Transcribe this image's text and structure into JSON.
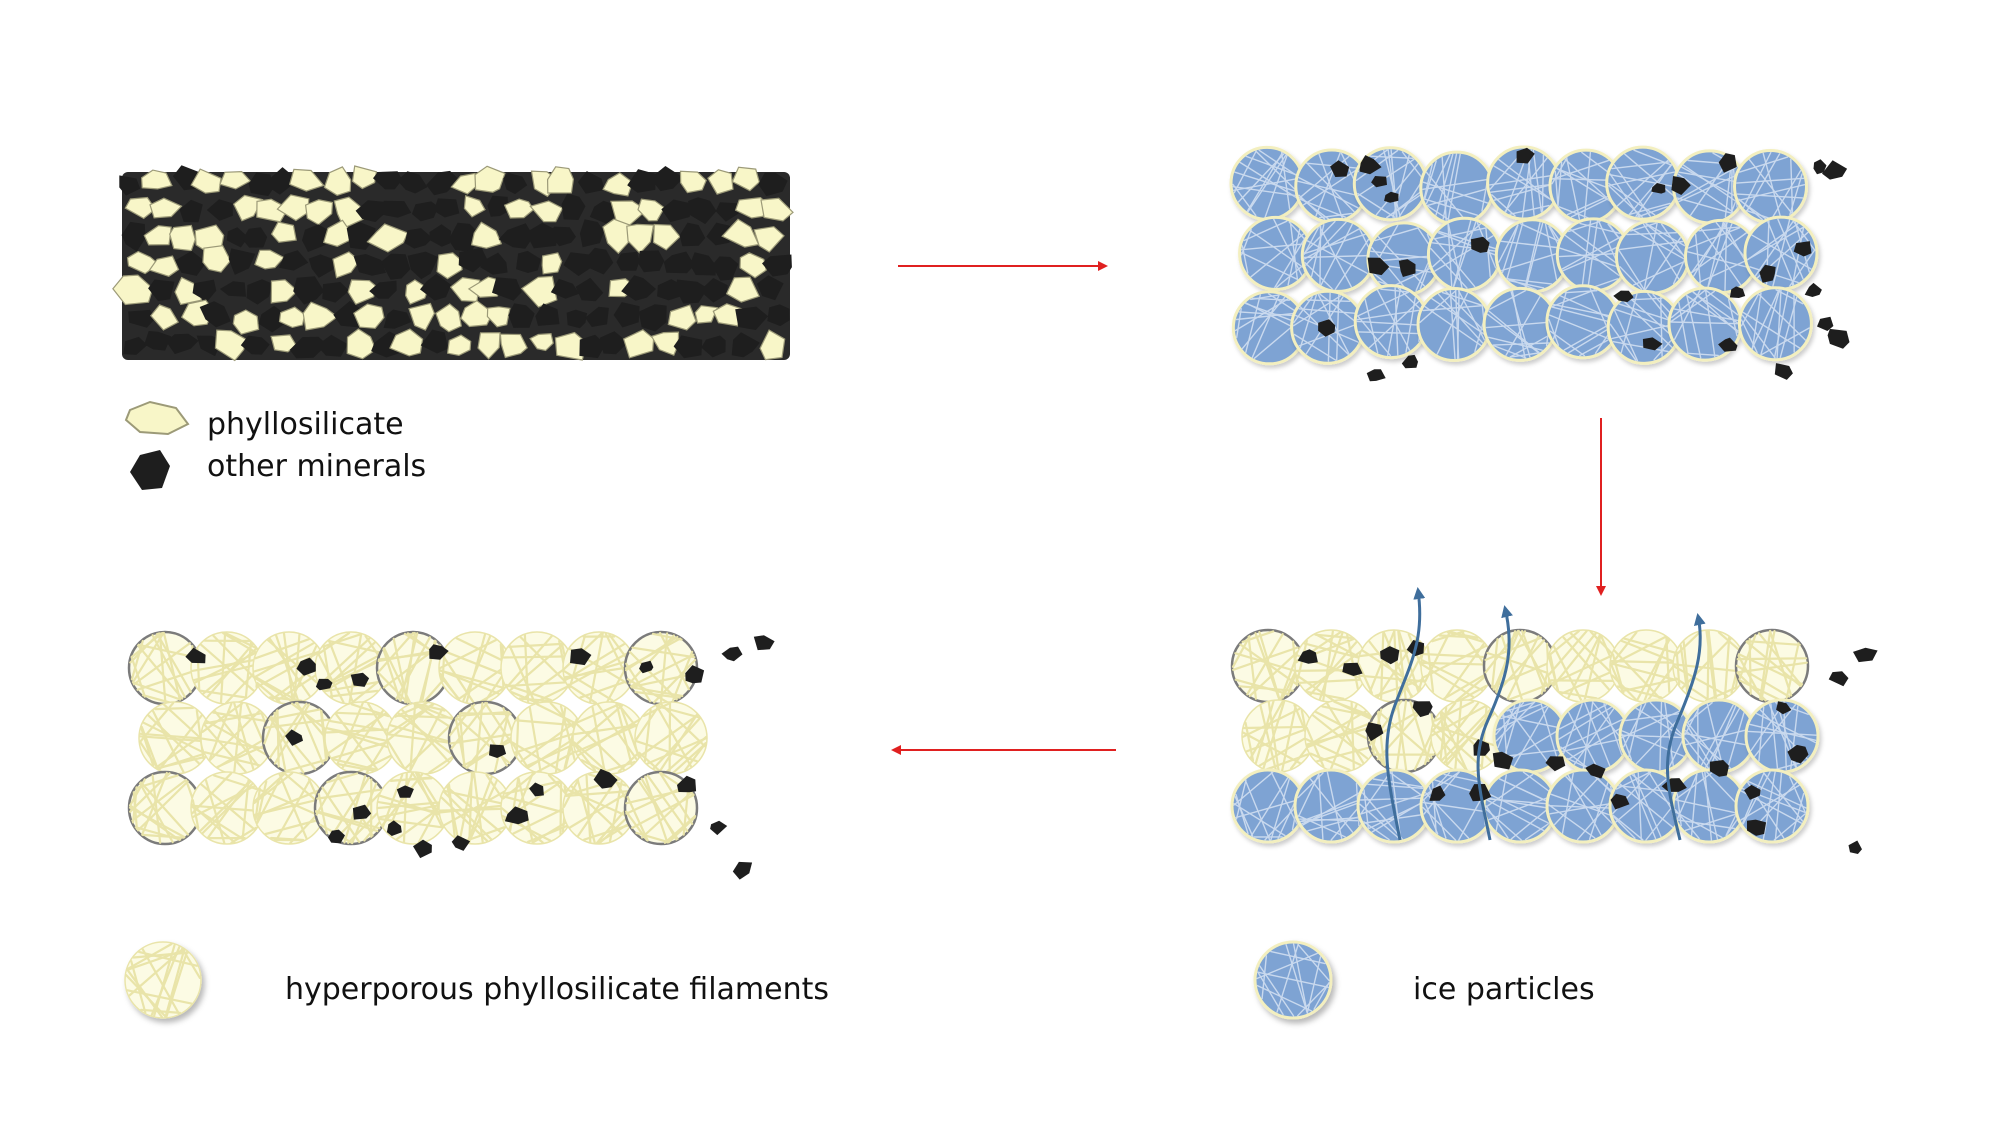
{
  "legend": {
    "phyllosilicate": "phyllosilicate",
    "other_minerals": "other minerals",
    "filaments": "hyperporous phyllosilicate filaments",
    "ice": "ice particles"
  },
  "colors": {
    "phyllo_fill": "#f8f6c8",
    "phyllo_stroke": "#9c9a78",
    "mineral": "#1e1e1e",
    "ice_fill": "#7ea3d3",
    "ice_rim": "#f3efbf",
    "ice_fiber": "#c9d9ee",
    "filament_fill": "#fcfbe4",
    "filament_line": "#e9e4a9",
    "ring": "#7b7b7b",
    "arrow_red": "#e02020",
    "vapor_blue": "#3f6e9c"
  },
  "icons": [
    "phyllosilicate-icon",
    "mineral-icon",
    "filament-icon",
    "ice-particle-icon",
    "red-arrow-icon",
    "vapor-arrow-icon"
  ]
}
